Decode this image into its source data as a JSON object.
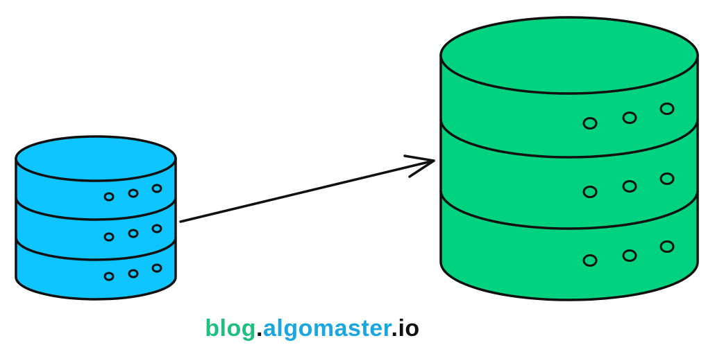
{
  "diagram": {
    "small_database": {
      "name": "small-database",
      "fill": "#0fc5ff",
      "segments": 3,
      "dots_per_segment": 3
    },
    "large_database": {
      "name": "large-database",
      "fill": "#00d27f",
      "segments": 3,
      "dots_per_segment": 3
    },
    "arrow": {
      "from": "small-database",
      "to": "large-database"
    },
    "stroke_color": "#111111"
  },
  "watermark": {
    "part1": "blog",
    "sep1": ".",
    "part2": "algomaster",
    "sep2": ".",
    "part3": "io",
    "colors": {
      "blog": "#1fbf7f",
      "algomaster": "#1aa7e0",
      "separators": "#111111"
    }
  }
}
